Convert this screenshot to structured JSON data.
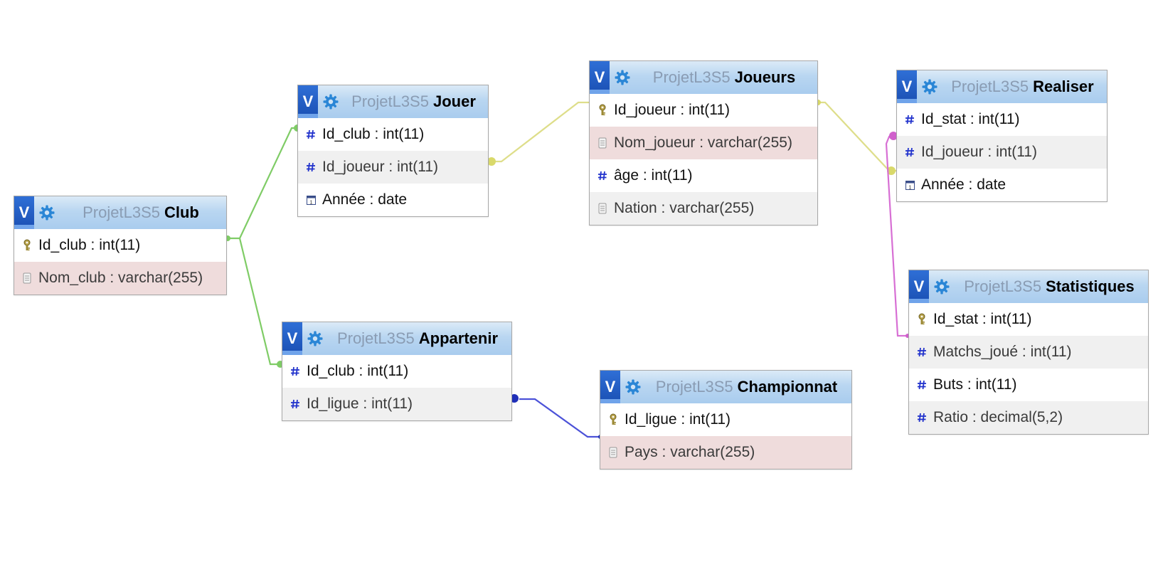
{
  "schema": "ProjetL3S5",
  "collapse_label": "V",
  "colors": {
    "link_club": "#7fcc66",
    "link_joueur": "#dede8a",
    "link_ligue": "#4c52d8",
    "link_stat": "#d76fd4",
    "header_accent": "#2f6fd6",
    "pink_row": "#efdcdc"
  },
  "tables": {
    "club": {
      "db": "ProjetL3S5",
      "name": "Club",
      "columns": [
        {
          "icon": "primary-key-icon",
          "text": "Id_club : int(11)"
        },
        {
          "icon": "text-column-icon",
          "text": "Nom_club : varchar(255)"
        }
      ]
    },
    "jouer": {
      "db": "ProjetL3S5",
      "name": "Jouer",
      "columns": [
        {
          "icon": "numeric-column-icon",
          "text": "Id_club : int(11)"
        },
        {
          "icon": "numeric-column-icon",
          "text": "Id_joueur : int(11)"
        },
        {
          "icon": "date-column-icon",
          "text": "Année : date"
        }
      ]
    },
    "joueurs": {
      "db": "ProjetL3S5",
      "name": "Joueurs",
      "columns": [
        {
          "icon": "primary-key-icon",
          "text": "Id_joueur : int(11)"
        },
        {
          "icon": "text-column-icon",
          "text": "Nom_joueur : varchar(255)"
        },
        {
          "icon": "numeric-column-icon",
          "text": "âge : int(11)"
        },
        {
          "icon": "text-column-icon",
          "text": "Nation : varchar(255)"
        }
      ]
    },
    "realiser": {
      "db": "ProjetL3S5",
      "name": "Realiser",
      "columns": [
        {
          "icon": "numeric-column-icon",
          "text": "Id_stat : int(11)"
        },
        {
          "icon": "numeric-column-icon",
          "text": "Id_joueur : int(11)"
        },
        {
          "icon": "date-column-icon",
          "text": "Année : date"
        }
      ]
    },
    "appartenir": {
      "db": "ProjetL3S5",
      "name": "Appartenir",
      "columns": [
        {
          "icon": "numeric-column-icon",
          "text": "Id_club : int(11)"
        },
        {
          "icon": "numeric-column-icon",
          "text": "Id_ligue : int(11)"
        }
      ]
    },
    "championnat": {
      "db": "ProjetL3S5",
      "name": "Championnat",
      "columns": [
        {
          "icon": "primary-key-icon",
          "text": "Id_ligue : int(11)"
        },
        {
          "icon": "text-column-icon",
          "text": "Pays : varchar(255)"
        }
      ]
    },
    "statistiques": {
      "db": "ProjetL3S5",
      "name": "Statistiques",
      "columns": [
        {
          "icon": "primary-key-icon",
          "text": "Id_stat : int(11)"
        },
        {
          "icon": "numeric-column-icon",
          "text": "Matchs_joué : int(11)"
        },
        {
          "icon": "numeric-column-icon",
          "text": "Buts : int(11)"
        },
        {
          "icon": "numeric-column-icon",
          "text": "Ratio : decimal(5,2)"
        }
      ]
    }
  }
}
